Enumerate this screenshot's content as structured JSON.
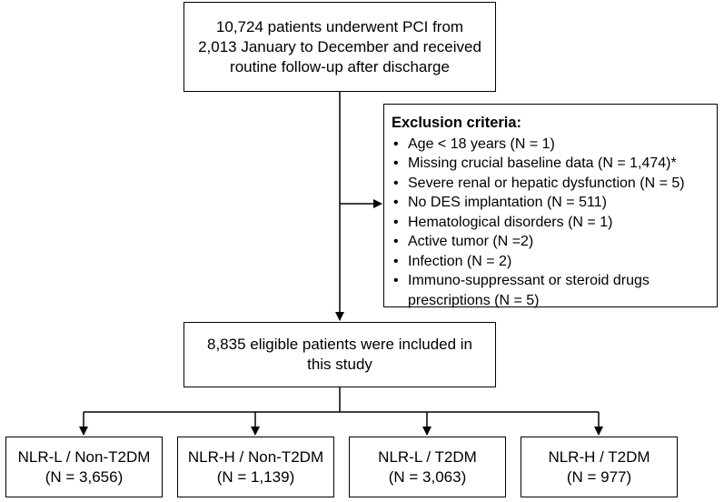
{
  "top": {
    "lines": [
      "10,724 patients underwent PCI from",
      "2,013 January to December and received",
      "routine follow-up after discharge"
    ]
  },
  "exclusion": {
    "title": "Exclusion criteria:",
    "items": [
      "Age < 18 years (N = 1)",
      "Missing crucial baseline data (N = 1,474)*",
      "Severe renal or hepatic dysfunction (N = 5)",
      "No DES implantation (N = 511)",
      "Hematological disorders (N = 1)",
      "Active tumor (N =2)",
      "Infection (N = 2)",
      "Immuno-suppressant or steroid drugs\nprescriptions (N = 5)"
    ]
  },
  "eligible": {
    "lines": [
      "8,835 eligible patients were included in",
      "this study"
    ]
  },
  "groups": [
    {
      "label": "NLR-L / Non-T2DM",
      "n": "(N = 3,656)"
    },
    {
      "label": "NLR-H / Non-T2DM",
      "n": "(N = 1,139)"
    },
    {
      "label": "NLR-L / T2DM",
      "n": "(N = 3,063)"
    },
    {
      "label": "NLR-H / T2DM",
      "n": "(N = 977)"
    }
  ]
}
